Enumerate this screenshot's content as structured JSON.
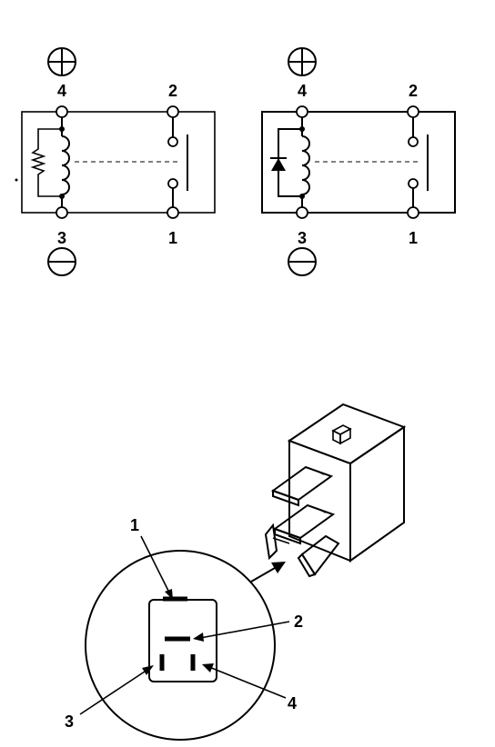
{
  "schematic_left": {
    "positive_terminal": "4",
    "output_terminal_top": "2",
    "negative_terminal": "3",
    "output_terminal_bottom": "1",
    "suppressor": "resistor-icon"
  },
  "schematic_right": {
    "positive_terminal": "4",
    "output_terminal_top": "2",
    "negative_terminal": "3",
    "output_terminal_bottom": "1",
    "suppressor": "diode-icon"
  },
  "connector_view": {
    "pin_1": "1",
    "pin_2": "2",
    "pin_3": "3",
    "pin_4": "4"
  },
  "icons": {
    "plus": "plus-circle-icon",
    "minus": "minus-circle-icon"
  }
}
